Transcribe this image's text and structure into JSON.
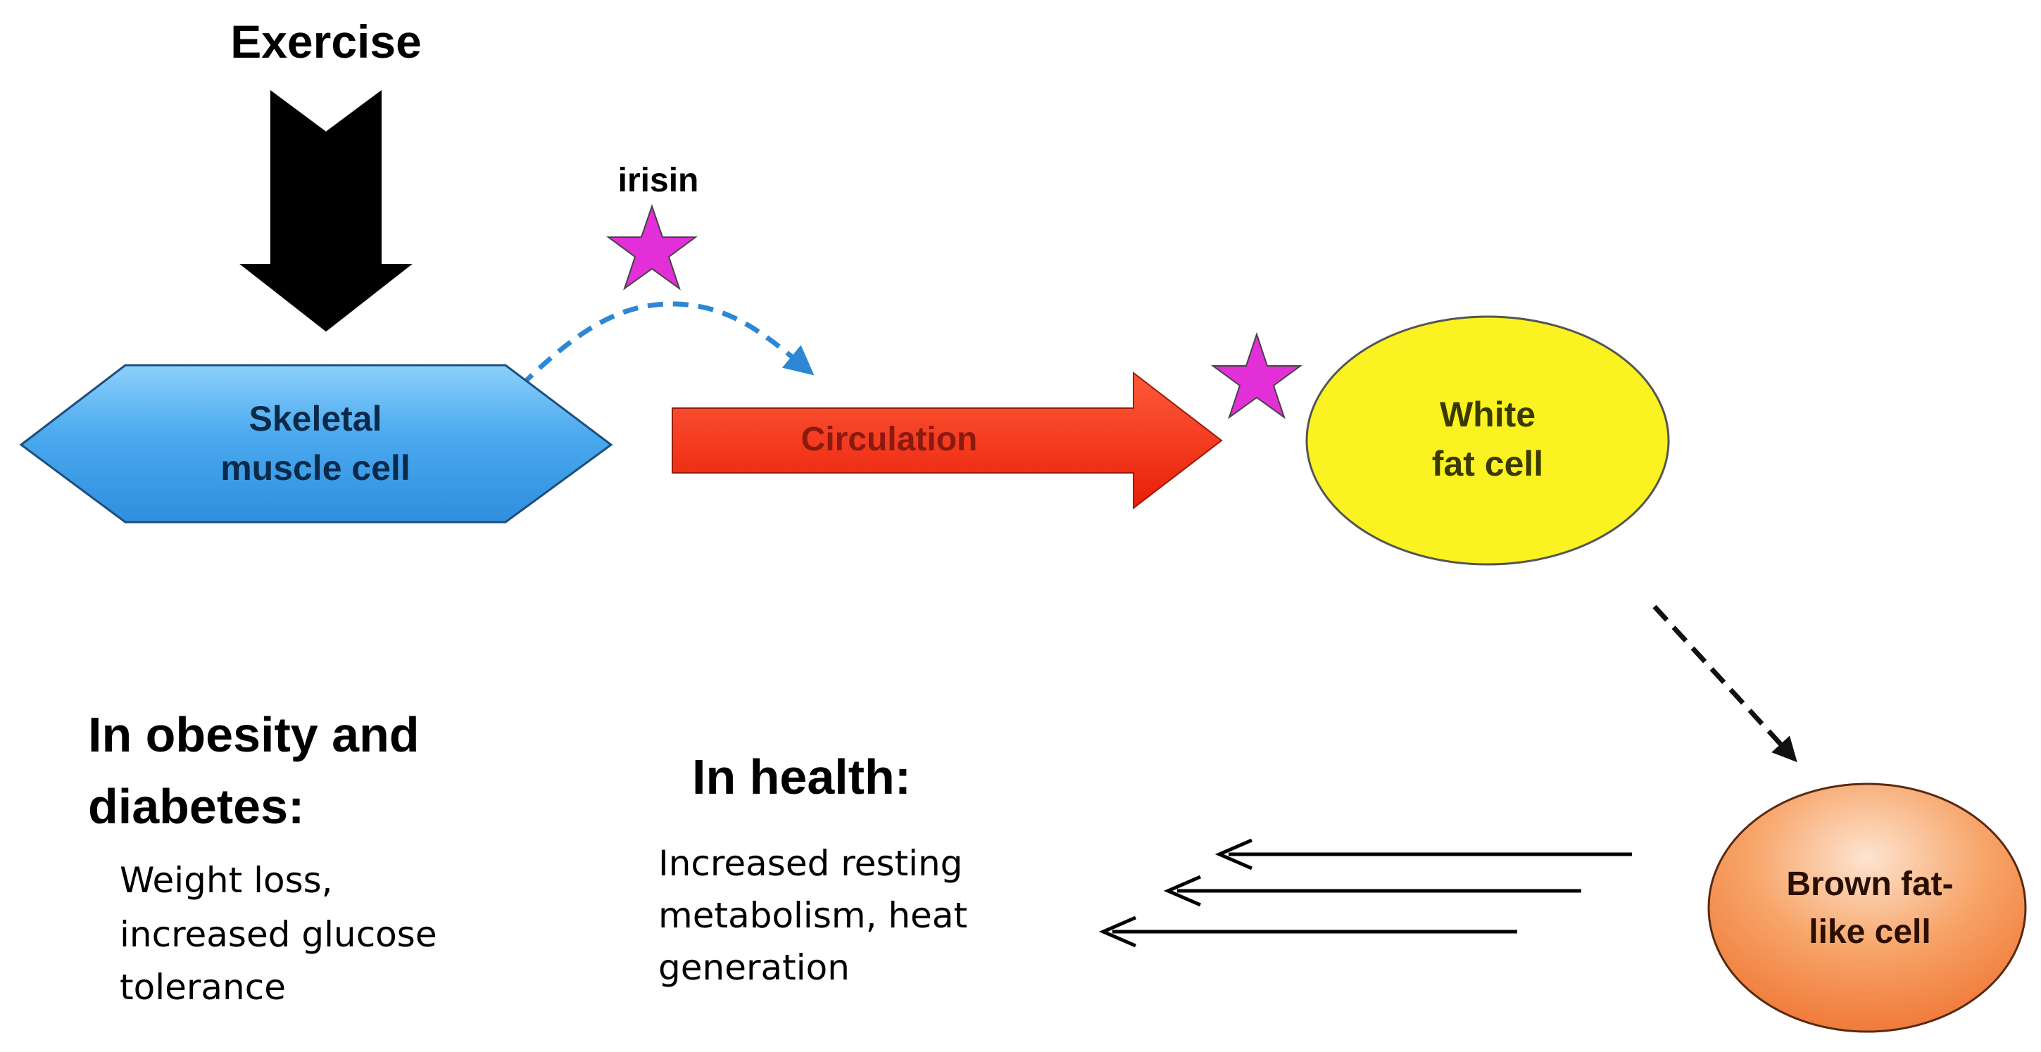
{
  "title": "Exercise",
  "molecule_label": "irisin",
  "nodes": {
    "muscle": {
      "line1": "Skeletal",
      "line2": "muscle cell"
    },
    "circulation": "Circulation",
    "white_fat": {
      "line1": "White",
      "line2": "fat cell"
    },
    "brown_fat": {
      "line1": "Brown fat-",
      "line2": "like cell"
    }
  },
  "obesity": {
    "heading_line1": "In obesity and",
    "heading_line2": "diabetes:",
    "body_line1": "Weight loss,",
    "body_line2": "increased glucose",
    "body_line3": "tolerance"
  },
  "health": {
    "heading": "In health:",
    "body_line1": "Increased resting",
    "body_line2": "metabolism, heat",
    "body_line3": "generation"
  },
  "colors": {
    "muscle_fill": "#3a9ee8",
    "circulation_fill": "#ee2a10",
    "circulation_text": "#8a1a10",
    "white_fat_fill": "#fbf321",
    "brown_fat_fill": "#f58a45",
    "star_fill": "#e32fd8",
    "dashed_blue": "#2e86d6"
  }
}
